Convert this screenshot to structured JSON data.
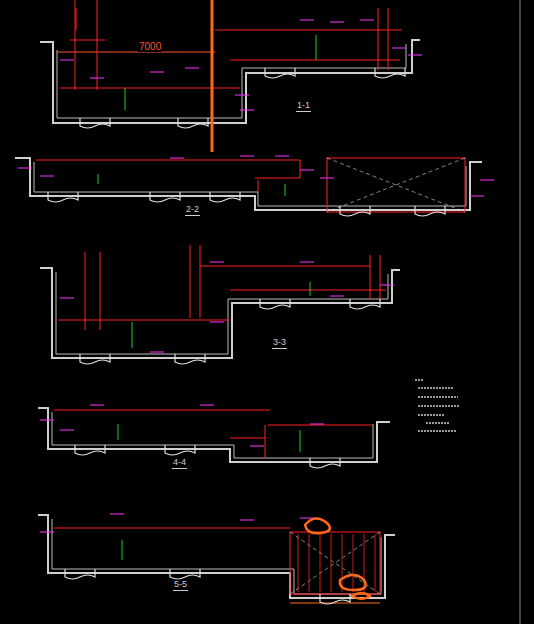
{
  "diagram": {
    "labels": [
      "7000",
      "1-1",
      "2-2",
      "3-3",
      "4-4",
      "5-5"
    ]
  }
}
